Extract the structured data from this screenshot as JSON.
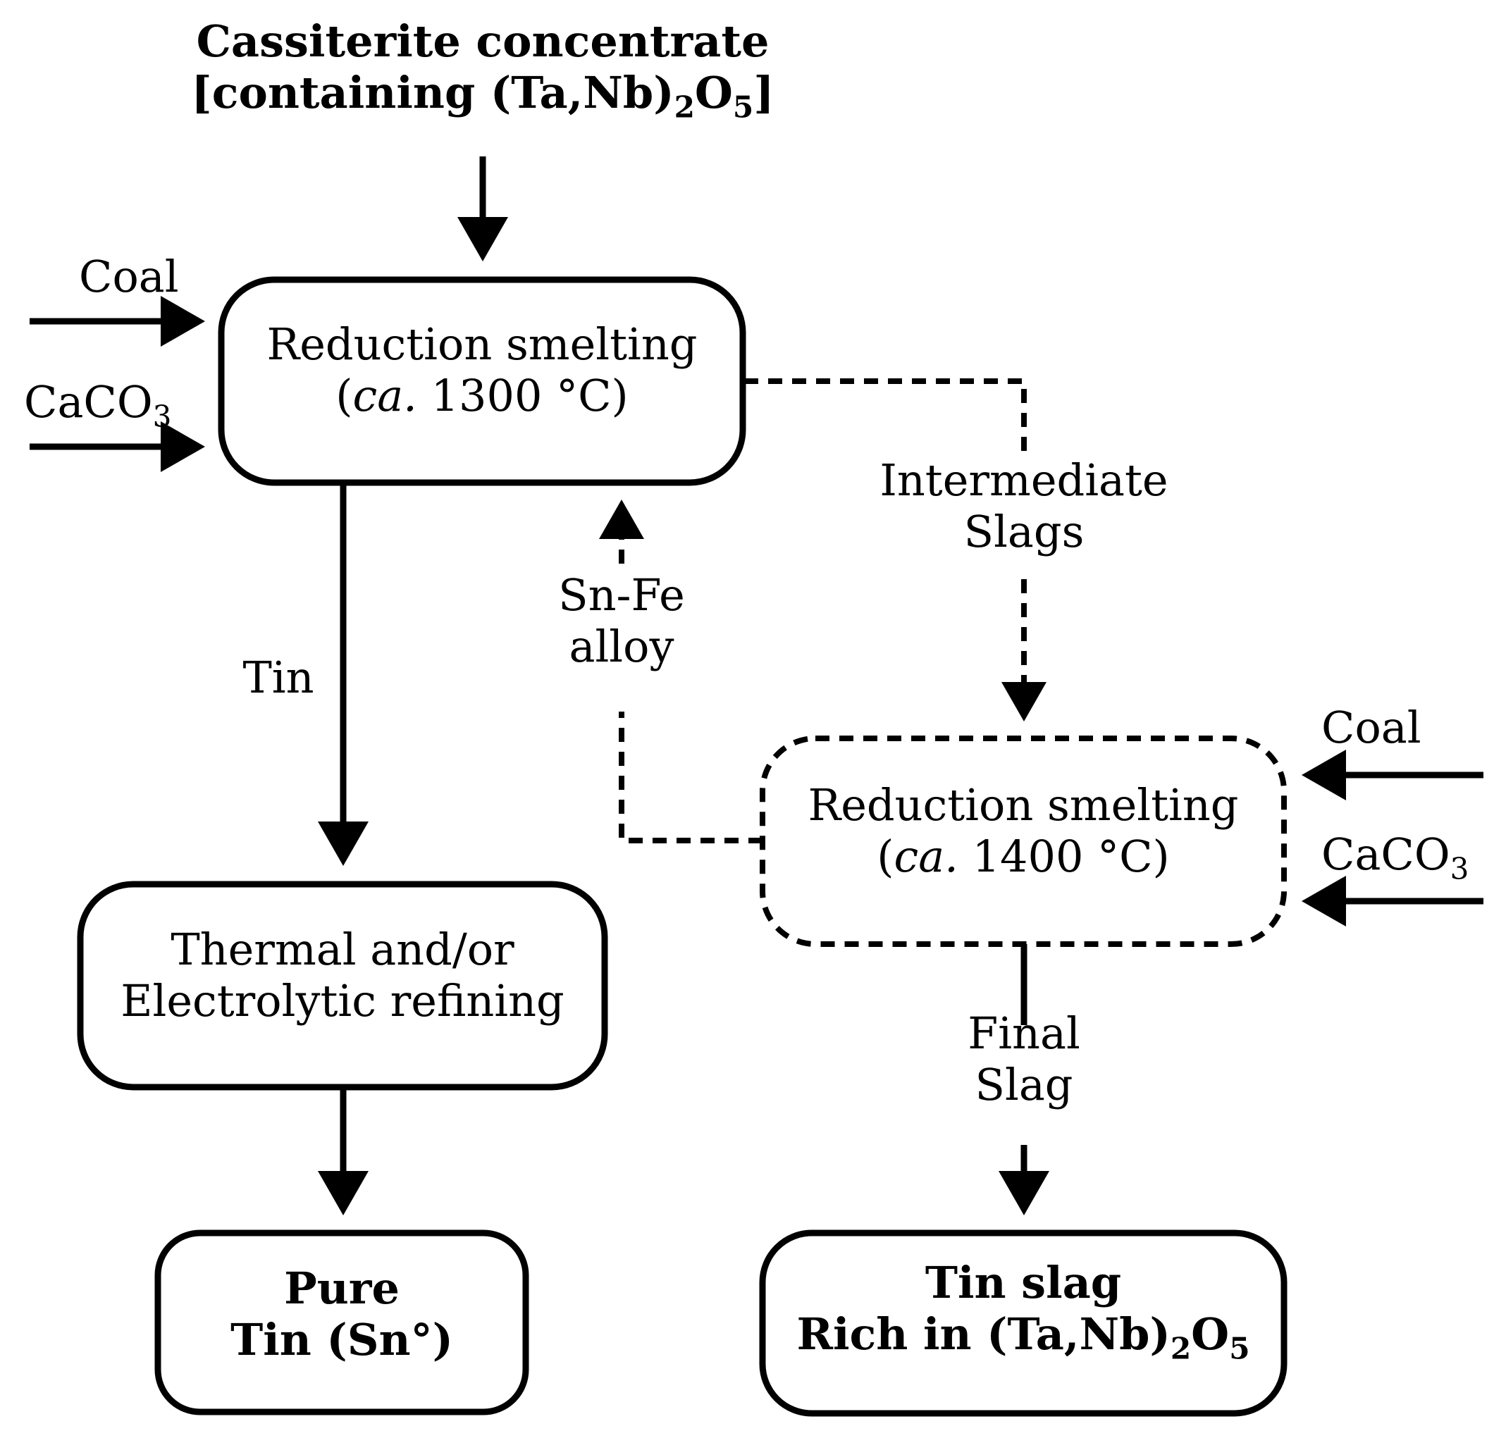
{
  "feed": {
    "line1": "Cassiterite concentrate",
    "line2_pre": "[containing (Ta,Nb)",
    "line2_sub1": "2",
    "line2_mid": "O",
    "line2_sub2": "5",
    "line2_post": "]"
  },
  "smelt1": {
    "line1": "Reduction smelting",
    "paren_open": "(",
    "ca": "ca.",
    "temp": " 1300 °C)"
  },
  "smelt2": {
    "line1": "Reduction smelting",
    "paren_open": "(",
    "ca": "ca.",
    "temp": " 1400 °C)"
  },
  "inputs_left": {
    "coal": "Coal",
    "caco3_main": "CaCO",
    "caco3_sub": "3"
  },
  "inputs_right": {
    "coal": "Coal",
    "caco3_main": "CaCO",
    "caco3_sub": "3"
  },
  "flows": {
    "tin": "Tin",
    "snfe_line1": "Sn-Fe",
    "snfe_line2": "alloy",
    "inter_line1": "Intermediate",
    "inter_line2": "Slags",
    "final_line1": "Final",
    "final_line2": "Slag"
  },
  "refining": {
    "line1": "Thermal and/or",
    "line2": "Electrolytic refining"
  },
  "pure_tin": {
    "line1": "Pure",
    "line2": "Tin (Sn°)"
  },
  "tin_slag": {
    "line1": "Tin slag",
    "line2_pre": "Rich in (Ta,Nb)",
    "line2_sub1": "2",
    "line2_mid": "O",
    "line2_sub2": "5"
  }
}
